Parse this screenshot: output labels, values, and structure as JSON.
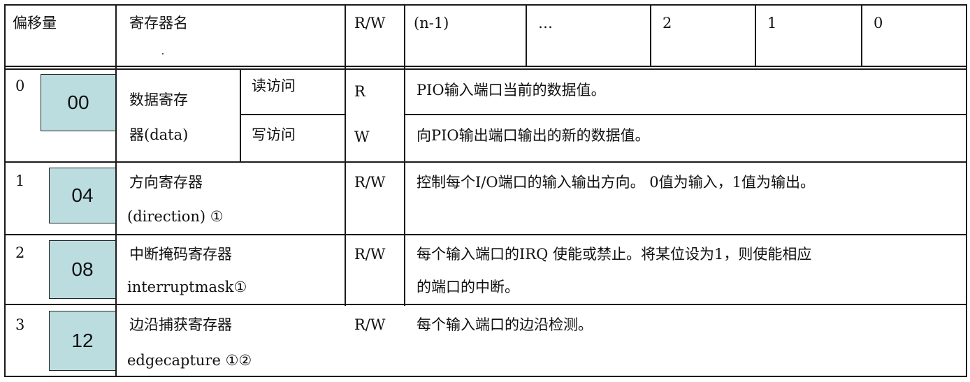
{
  "header": {
    "offset": "偏移量",
    "register_name": "寄存器名",
    "rw": "R/W",
    "bits": [
      "(n-1)",
      "…",
      "2",
      "1",
      "0"
    ]
  },
  "rows": [
    {
      "offset": "0",
      "badge": "00",
      "name_line1": "数据寄存",
      "name_line2": "器(data)",
      "sub": [
        {
          "access": "读访问",
          "rw": "R",
          "desc": "PIO输入端口当前的数据值。"
        },
        {
          "access": "写访问",
          "rw": "W",
          "desc": "向PIO输出端口输出的新的数据值。"
        }
      ]
    },
    {
      "offset": "1",
      "badge": "04",
      "name_line1": "方向寄存器",
      "name_line2": "(direction) ①",
      "rw": "R/W",
      "desc_line1": "控制每个I/O端口的输入输出方向。 0值为输入，1值为输出。"
    },
    {
      "offset": "2",
      "badge": "08",
      "name_line1": "中断掩码寄存器",
      "name_line2": "interruptmask①",
      "rw": "R/W",
      "desc_line1": "每个输入端口的IRQ 使能或禁止。将某位设为1，则使能相应",
      "desc_line2": "的端口的中断。"
    },
    {
      "offset": "3",
      "badge": "12",
      "name_line1": "边沿捕获寄存器",
      "name_line2": "edgecapture ①②",
      "rw": "R/W",
      "desc_line1": "每个输入端口的边沿检测。"
    }
  ]
}
